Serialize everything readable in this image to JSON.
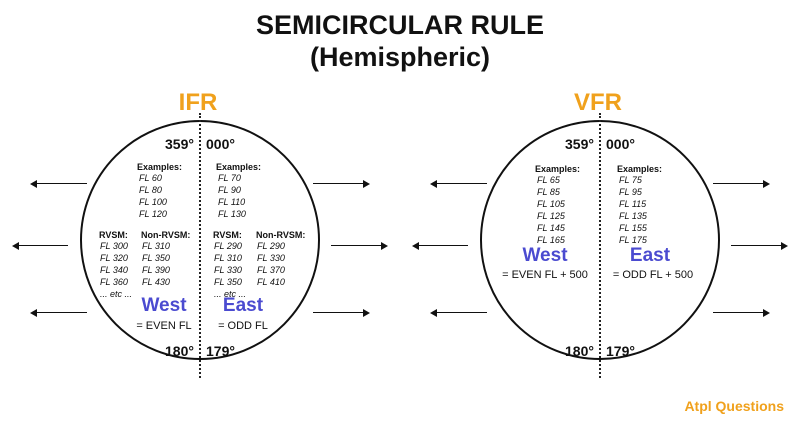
{
  "title": {
    "line1": "SEMICIRCULAR RULE",
    "line2": "(Hemispheric)"
  },
  "colors": {
    "accent": "#f0a11c",
    "direction": "#4b4bd0",
    "ink": "#111111"
  },
  "ifr": {
    "label": "IFR",
    "deg_top_left": "359°",
    "deg_top_right": "000°",
    "deg_bottom_left": "180°",
    "deg_bottom_right": "179°",
    "west_examples": {
      "heading": "Examples:",
      "items": [
        "FL 60",
        "FL 80",
        "FL 100",
        "FL 120"
      ]
    },
    "east_examples": {
      "heading": "Examples:",
      "items": [
        "FL 70",
        "FL 90",
        "FL 110",
        "FL 130"
      ]
    },
    "west_rvsm": {
      "heading": "RVSM:",
      "items": [
        "FL 300",
        "FL 320",
        "FL 340",
        "FL 360",
        "... etc ..."
      ]
    },
    "west_nonrvsm": {
      "heading": "Non-RVSM:",
      "items": [
        "FL 310",
        "FL 350",
        "FL 390",
        "FL 430"
      ]
    },
    "east_rvsm": {
      "heading": "RVSM:",
      "items": [
        "FL 290",
        "FL 310",
        "FL 330",
        "FL 350",
        "... etc ..."
      ]
    },
    "east_nonrvsm": {
      "heading": "Non-RVSM:",
      "items": [
        "FL 290",
        "FL 330",
        "FL 370",
        "FL 410"
      ]
    },
    "west": {
      "label": "West",
      "rule": "= EVEN FL"
    },
    "east": {
      "label": "East",
      "rule": "= ODD FL"
    }
  },
  "vfr": {
    "label": "VFR",
    "deg_top_left": "359°",
    "deg_top_right": "000°",
    "deg_bottom_left": "180°",
    "deg_bottom_right": "179°",
    "west_examples": {
      "heading": "Examples:",
      "items": [
        "FL 65",
        "FL 85",
        "FL 105",
        "FL 125",
        "FL 145",
        "FL 165"
      ]
    },
    "east_examples": {
      "heading": "Examples:",
      "items": [
        "FL 75",
        "FL 95",
        "FL 115",
        "FL 135",
        "FL 155",
        "FL 175"
      ]
    },
    "west": {
      "label": "West",
      "rule": "= EVEN FL + 500"
    },
    "east": {
      "label": "East",
      "rule": "= ODD FL + 500"
    }
  },
  "logo": {
    "text": "Atpl Questions"
  }
}
